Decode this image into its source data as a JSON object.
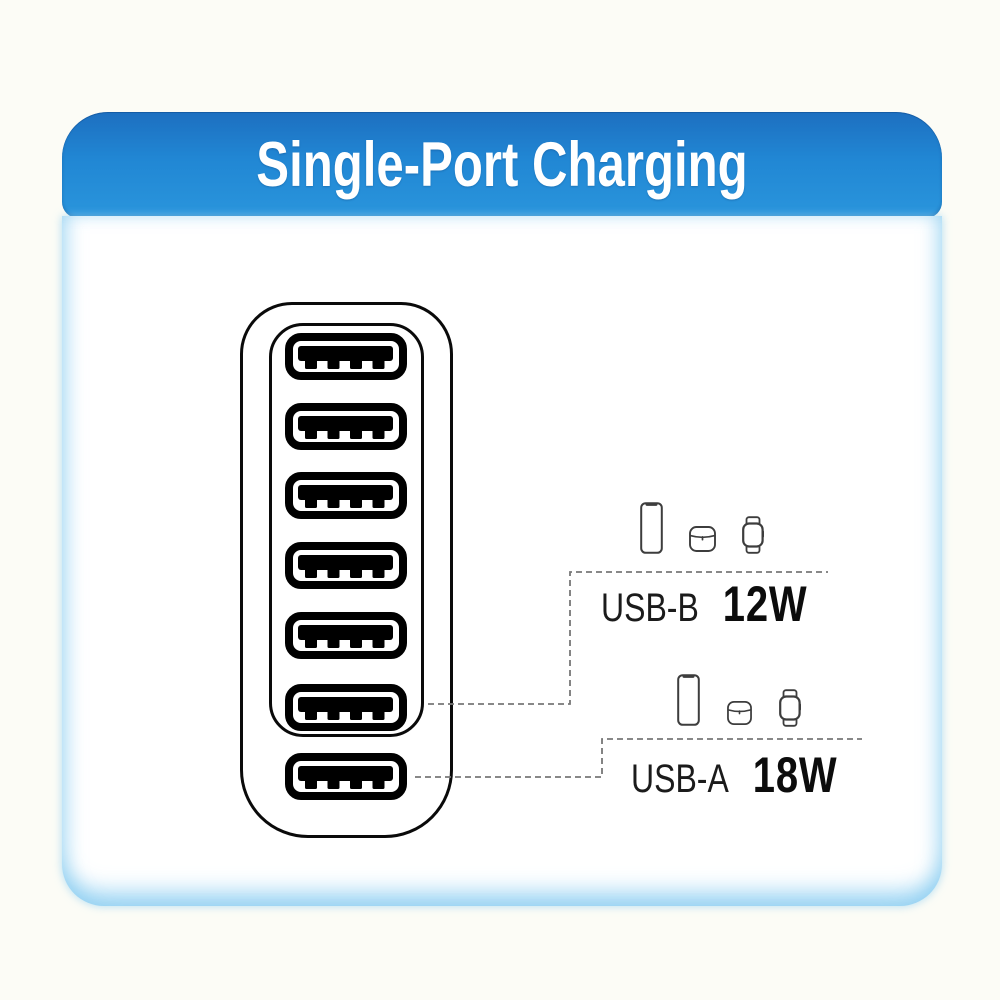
{
  "header": {
    "title": "Single-Port Charging",
    "bg_color_top": "#1d6fc0",
    "bg_color_bottom": "#2a95dc",
    "text_color": "#ffffff"
  },
  "card": {
    "background": "#ffffff",
    "edge_glow_color": "#cdebf9"
  },
  "charger": {
    "port_count": 7,
    "outline_color": "#0a0a0a",
    "description_ports": "USB-A receptacle symbols"
  },
  "callouts": [
    {
      "id": "usb-b",
      "port_label": "USB-B",
      "wattage": "12W",
      "devices": [
        "smartphone-icon",
        "earbuds-case-icon",
        "smartwatch-icon"
      ]
    },
    {
      "id": "usb-a",
      "port_label": "USB-A",
      "wattage": "18W",
      "devices": [
        "smartphone-icon",
        "earbuds-case-icon",
        "smartwatch-icon"
      ]
    }
  ],
  "colors": {
    "leader_line": "#777777",
    "label_text": "#1b1b1b",
    "wattage_text": "#0c0c0c",
    "icon_stroke": "#3d3d3d",
    "page_background": "#fcfcf6"
  }
}
